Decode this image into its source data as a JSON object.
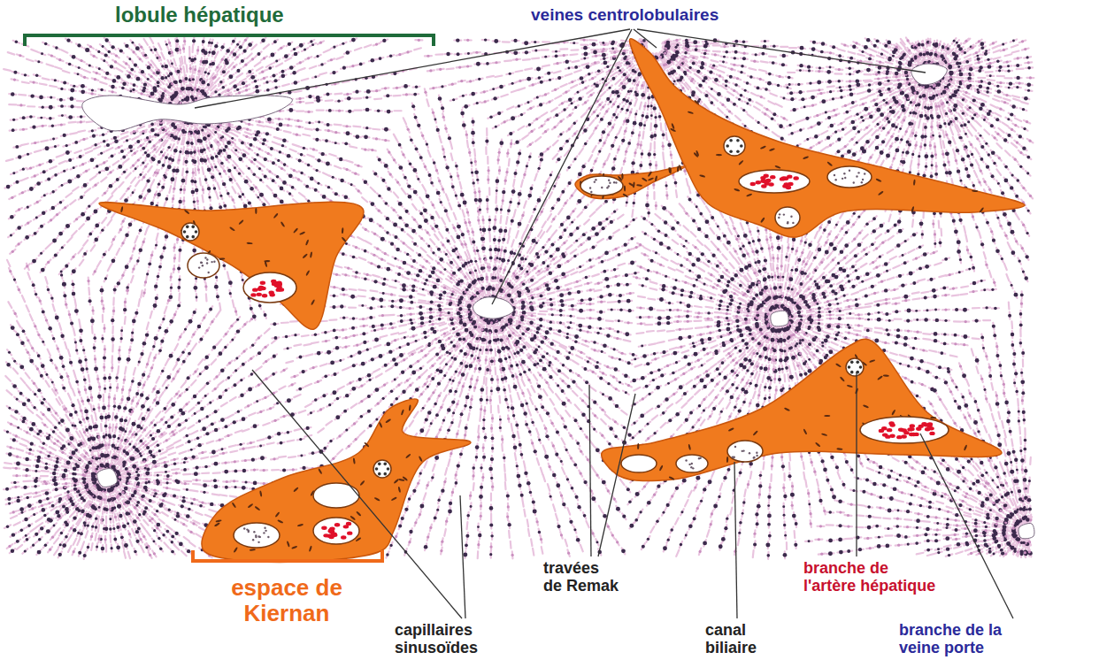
{
  "diagram": {
    "labels": [
      "lobule hépatique",
      "veines centrolobulaires",
      "espace de Kiernan",
      "travées de Remak",
      "branche de l'artère hépatique",
      "capillaires sinusoïdes",
      "canal biliaire",
      "branche de la veine porte"
    ]
  }
}
